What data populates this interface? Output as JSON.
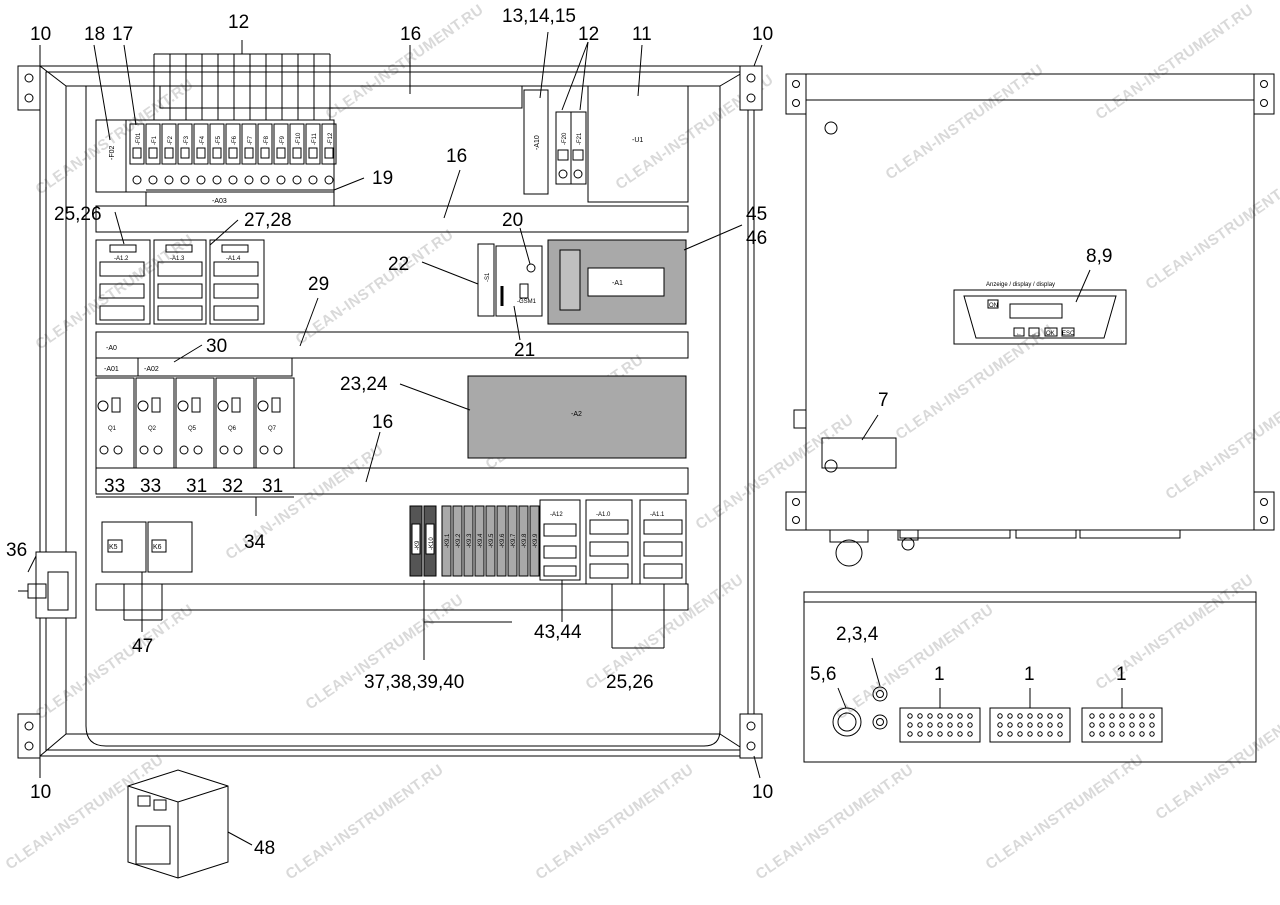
{
  "callouts": {
    "c10_tl": "10",
    "c10_tr": "10",
    "c10_bl": "10",
    "c10_br": "10",
    "c18": "18",
    "c17": "17",
    "c12_top": "12",
    "c16_top": "16",
    "c13_15": "13,14,15",
    "c12_right": "12",
    "c11": "11",
    "c16_mid": "16",
    "c19": "19",
    "c25_26_top": "25,26",
    "c27_28": "27,28",
    "c20": "20",
    "c45": "45",
    "c46": "46",
    "c22": "22",
    "c29": "29",
    "c21": "21",
    "c30": "30",
    "c23_24": "23,24",
    "c16_low": "16",
    "c33_a": "33",
    "c33_b": "33",
    "c31_a": "31",
    "c32": "32",
    "c31_b": "31",
    "c34": "34",
    "c36": "36",
    "c47": "47",
    "c37_40": "37,38,39,40",
    "c43_44": "43,44",
    "c25_26_bot": "25,26",
    "c48": "48",
    "c8_9": "8,9",
    "c7": "7",
    "c2_4": "2,3,4",
    "c5_6": "5,6",
    "c1_a": "1",
    "c1_b": "1",
    "c1_c": "1"
  },
  "labels": {
    "F02": "-F02",
    "fuses": [
      "-F01",
      "-F1",
      "-F2",
      "-F3",
      "-F4",
      "-F5",
      "-F6",
      "-F7",
      "-F8",
      "-F9",
      "-F10",
      "-F11",
      "-F12"
    ],
    "A03": "-A03",
    "A10": "-A10",
    "F20": "-F20",
    "F21": "-F21",
    "U1": "-U1",
    "A12_top": "-A1.2",
    "A13": "-A1.3",
    "A14": "-A1.4",
    "S1": "-S1",
    "GSM1": "-GSM1",
    "A1": "-A1",
    "A0": "-A0",
    "A01": "-A01",
    "A02": "-A02",
    "A2": "-A2",
    "Q": [
      "Q1",
      "Q2",
      "Q5",
      "Q6",
      "Q7"
    ],
    "K5": "K5",
    "K6": "K6",
    "K_relays": [
      "-K9",
      "-K10"
    ],
    "K_slim": [
      "-K9.1",
      "-K9.2",
      "-K9.3",
      "-K9.4",
      "-K9.5",
      "-K9.6",
      "-K9.7",
      "-K9.8",
      "-K9.9"
    ],
    "A12_bot": "-A12",
    "A10_bot": "-A1.0",
    "A11_bot": "-A1.1",
    "display_caption": "Anzeige / display / display",
    "display_buttons": [
      "←",
      "→",
      "OK",
      "ESC"
    ],
    "display_power": "ON"
  },
  "watermark": "CLEAN-INSTRUMENT.RU",
  "colors": {
    "line": "#000000",
    "module_fill": "#a9a9a9",
    "panel_fill": "#ffffff",
    "watermark": "#d9d9d9"
  }
}
